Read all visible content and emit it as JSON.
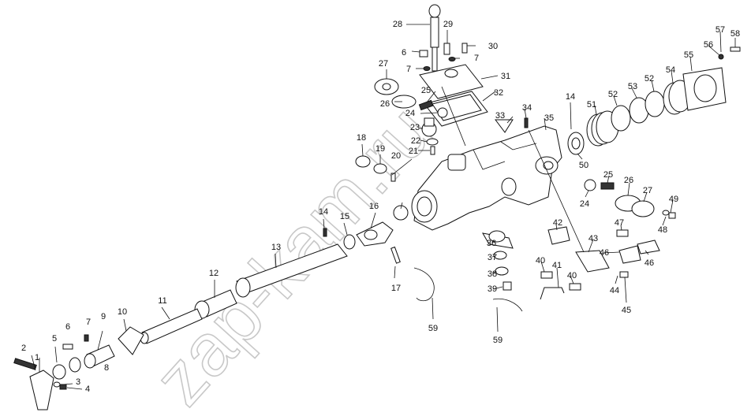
{
  "corner_code": "",
  "watermark": "zap-kam.ru",
  "callouts": [
    "1",
    "2",
    "3",
    "4",
    "5",
    "6",
    "7",
    "8",
    "9",
    "10",
    "11",
    "12",
    "13",
    "14",
    "15",
    "16",
    "17",
    "18",
    "19",
    "20",
    "21",
    "22",
    "23",
    "24",
    "25",
    "26",
    "27",
    "28",
    "29",
    "30",
    "31",
    "32",
    "33",
    "34",
    "35",
    "36",
    "37",
    "38",
    "39",
    "40",
    "41",
    "42",
    "43",
    "44",
    "45",
    "46",
    "47",
    "48",
    "49",
    "50",
    "51",
    "52",
    "53",
    "54",
    "55",
    "56",
    "57",
    "58",
    "59"
  ]
}
